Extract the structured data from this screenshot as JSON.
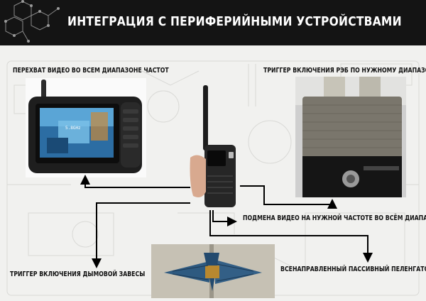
{
  "header": {
    "title": "ИНТЕГРАЦИЯ С ПЕРИФЕРИЙНЫМИ УСТРОЙСТВАМИ"
  },
  "labels": {
    "video_intercept": "ПЕРЕХВАТ ВИДЕО ВО ВСЁМ ДИАПАЗОНЕ ЧАСТОТ",
    "jammer_trigger": "ТРИГГЕР ВКЛЮЧЕНИЯ РЭБ ПО НУЖНОМУ ДИАПАЗОНУ",
    "video_spoof": "ПОДМЕНА ВИДЕО НА НУЖНОЙ ЧАСТОТЕ ВО ВСЁМ ДИАПАЗОНЕ",
    "smoke_trigger": "ТРИГГЕР ВКЛЮЧЕНИЯ ДЫМОВОЙ ЗАВЕСЫ",
    "direction_finder": "ВСЕНАПРАВЛЕННЫЙ ПАССИВНЫЙ ПЕЛЕНГАТОР"
  },
  "colors": {
    "header_bg": "#141414",
    "header_text": "#ffffff",
    "label_text": "#111111",
    "connector": "#000000",
    "page_bg": "#f1f1ef"
  }
}
